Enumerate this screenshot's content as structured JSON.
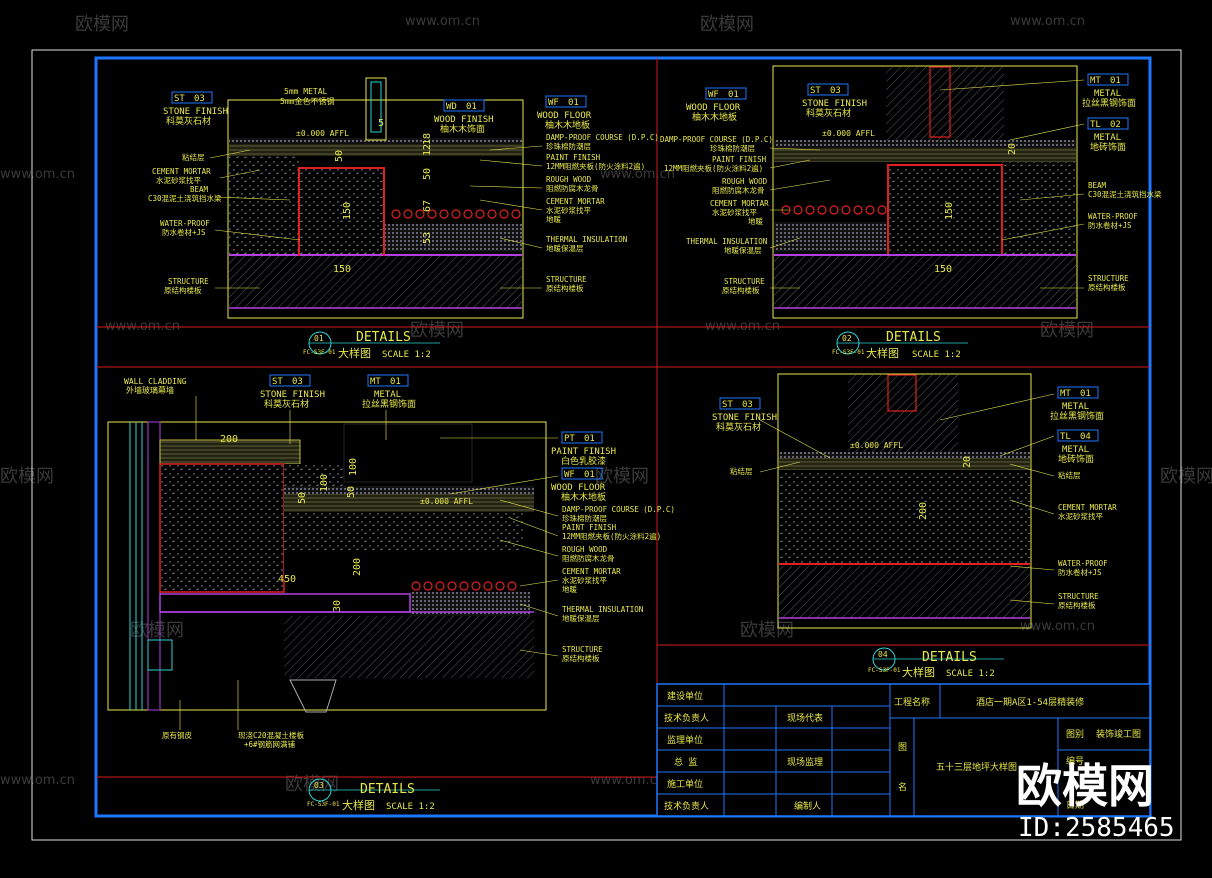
{
  "watermark": {
    "site": "www.om.cn",
    "brand": "欧模网",
    "big_brand": "欧模网",
    "id": "ID:2585465"
  },
  "details": [
    {
      "num": "01",
      "title": "DETAILS",
      "cn": "大样图",
      "scale": "SCALE  1:2",
      "ref": "FC-S3F-01"
    },
    {
      "num": "02",
      "title": "DETAILS",
      "cn": "大样图",
      "scale": "SCALE  1:2",
      "ref": "FC-S3F-01"
    },
    {
      "num": "03",
      "title": "DETAILS",
      "cn": "大样图",
      "scale": "SCALE  1:2",
      "ref": "FC-S3F-01"
    },
    {
      "num": "04",
      "title": "DETAILS",
      "cn": "大样图",
      "scale": "SCALE  1:2",
      "ref": "FC-S3F-01"
    }
  ],
  "tags": {
    "st03": {
      "code": "ST",
      "num": "03",
      "en": "STONE FINISH",
      "cn": "科莫灰石材"
    },
    "wd01": {
      "code": "WD",
      "num": "01",
      "en": "WOOD FINISH",
      "cn": "柚木木饰面"
    },
    "wf01": {
      "code": "WF",
      "num": "01",
      "en": "WOOD FLOOR",
      "cn": "柚木木地板"
    },
    "mt01": {
      "code": "MT",
      "num": "01",
      "en": "METAL",
      "cn": "拉丝黑钢饰面"
    },
    "tl02": {
      "code": "TL",
      "num": "02",
      "en": "METAL",
      "cn": "地砖饰面"
    },
    "tl04": {
      "code": "TL",
      "num": "04",
      "en": "METAL",
      "cn": "地砖饰面"
    },
    "pt01": {
      "code": "PT",
      "num": "01",
      "en": "PAINT FINISH",
      "cn": "白色乳胶漆"
    }
  },
  "notes": {
    "metal5": "5mm METAL",
    "metal5_cn": "5mm金色不锈钢",
    "affl": "±0.000 AFFL",
    "bond": "粘结层",
    "cement_en": "CEMENT MORTAR",
    "cement_cn": "水泥砂浆找平",
    "beam_en": "BEAM",
    "beam_cn": "C30混泥土浇筑挡水梁",
    "water_en": "WATER-PROOF",
    "water_cn": "防水卷材+JS",
    "structure_en": "STRUCTURE",
    "structure_cn": "原结构楼板",
    "dpc_en": "DAMP-PROOF COURSE (D.P.C)",
    "dpc_cn": "珍珠棉防潮层",
    "paint_en": "PAINT FINISH",
    "paint_cn": "12MM阻燃夹板(防火涂料2遍)",
    "rough_en": "ROUGH WOOD",
    "rough_cn": "阻燃防腐木龙骨",
    "cement2_en": "CEMENT MORTAR",
    "cement2_cn": "水泥砂浆找平",
    "heat_cn": "地暖",
    "thermal_en": "THERMAL INSULATION",
    "thermal_cn": "地暖保温层",
    "wall_en": "WALL CLADDING",
    "wall_cn": "外墙玻璃幕墙",
    "existing_cn": "原有钢皮",
    "slab_cn1": "现浇C20混凝土楼板",
    "slab_cn2": "+6#钢筋网满铺"
  },
  "dims": {
    "d50": "50",
    "d12": "12",
    "d18": "18",
    "d67": "67",
    "d53": "53",
    "d150": "150",
    "d5": "5",
    "d20": "20",
    "d200": "200",
    "d450": "450",
    "d100": "100",
    "d30": "30"
  },
  "title_block": {
    "design_unit": "建设单位",
    "tech_lead": "技术负责人",
    "site_rep": "现场代表",
    "supervisor_unit": "监理单位",
    "chief": "总  监",
    "site_supervision": "现场监理",
    "construction_unit": "施工单位",
    "tech_lead2": "技术负责人",
    "compiler": "编制人",
    "project_name_label": "工程名称",
    "project_name": "酒店一期A区1-54层精装修",
    "figure_label": "图",
    "figure_label2": "名",
    "figure_name": "五十三层地坪大样图",
    "drawing_type_label": "图别",
    "drawing_type": "装饰竣工图",
    "date_label": "日期",
    "num_label": "编号"
  }
}
